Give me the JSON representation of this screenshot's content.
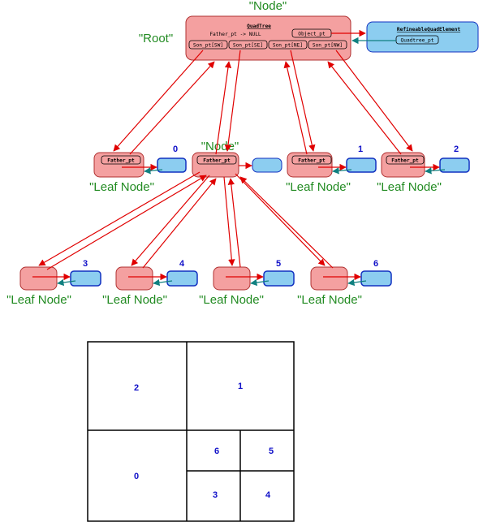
{
  "root_node": {
    "top_label": "\"Node\"",
    "side_label": "\"Root\"",
    "title": "QuadTree",
    "father_line": "Father_pt -> NULL",
    "object_field": "Object_pt",
    "sons": [
      "Son_pt[SW]",
      "Son_pt[SE]",
      "Son_pt[NE]",
      "Son_pt[NW]"
    ]
  },
  "element_box": {
    "title": "RefineableQuadElement",
    "field": "Quadtree_pt"
  },
  "middle_node": {
    "label": "\"Node\"",
    "field": "Father_pt"
  },
  "father_field": "Father_pt",
  "leaf_label": "\"Leaf Node\"",
  "leaf_numbers": [
    "0",
    "1",
    "2",
    "3",
    "4",
    "5",
    "6"
  ],
  "grid_cells": [
    "2",
    "1",
    "0",
    "6",
    "5",
    "3",
    "4"
  ],
  "colors": {
    "node_fill": "#f4a0a0",
    "node_stroke": "#b03030",
    "element_fill": "#8ccdf0",
    "element_stroke": "#1030c0",
    "arrow_red": "#e00000",
    "arrow_teal": "#108080",
    "label_green": "#228b22",
    "label_blue": "#1010c8"
  }
}
